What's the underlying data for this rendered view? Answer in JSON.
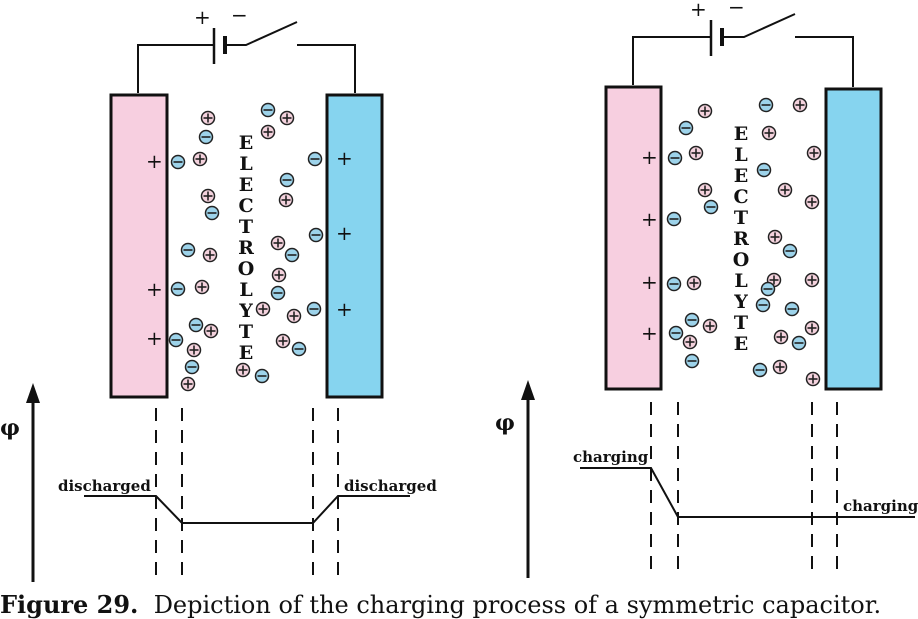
{
  "battery": {
    "plus": "+",
    "minus": "−"
  },
  "electrolyte": "ELECTROLYTE",
  "axis_symbol": "φ",
  "left_panel": {
    "left_label": "discharged",
    "right_label": "discharged"
  },
  "right_panel": {
    "left_label": "charging",
    "right_label": "charging"
  },
  "charge_sign": "+",
  "caption": {
    "label": "Figure 29.",
    "text": "Depiction of the charging process of a symmetric capacitor."
  },
  "colors": {
    "positive_electrode": "#f7cfe0",
    "negative_electrode": "#86d4ef",
    "anion": "#9dd3ea",
    "cation": "#f4d2dd"
  }
}
